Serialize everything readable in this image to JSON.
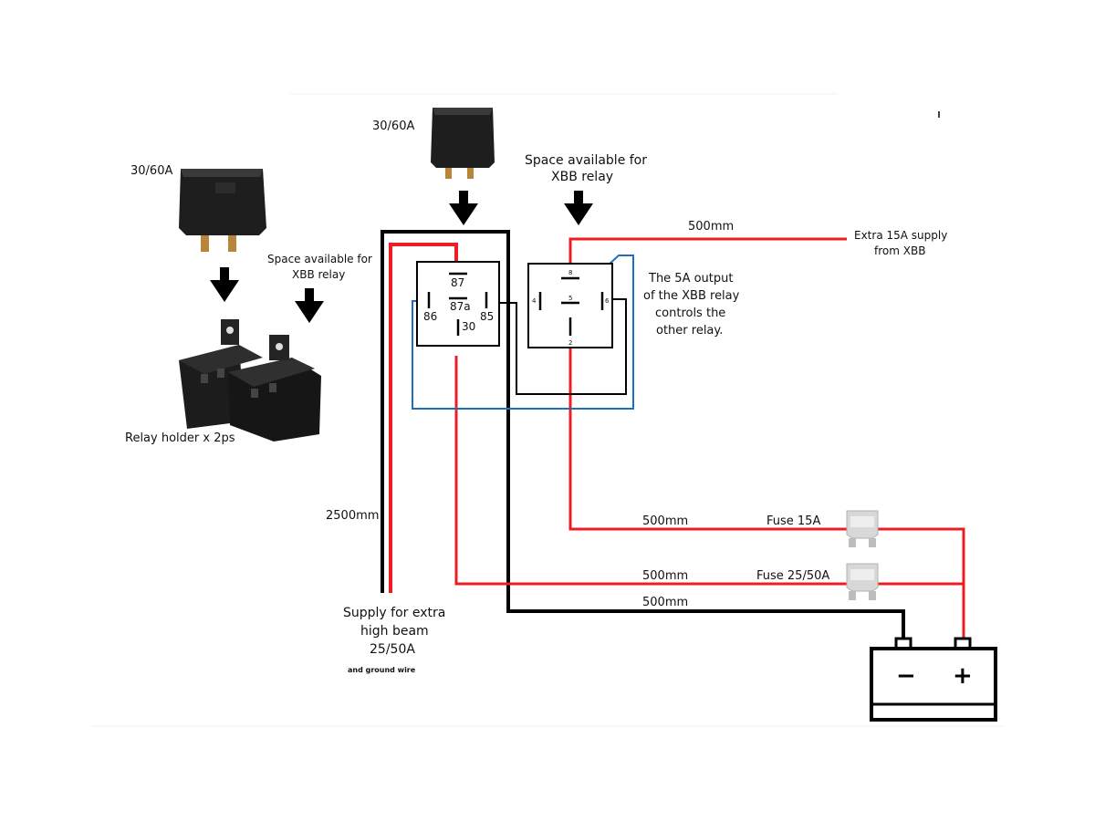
{
  "colors": {
    "positive_wire": "#ee1c24",
    "ground_wire": "#000000",
    "control_wire": "#1f6fc0",
    "relay_body": "#1e1e1e",
    "fuse_body": "#d8d8d8"
  },
  "icons": {
    "relay": "relay-icon",
    "relay_holder": "relay-holder-icon",
    "arrow": "arrow-down-icon",
    "fuse": "fuse-icon",
    "battery": "battery-icon"
  },
  "labels": {
    "relay_rating_left": "30/60A",
    "relay_rating_top": "30/60A",
    "space_xbb_left": [
      "Space available for",
      "XBB relay"
    ],
    "space_xbb_top": [
      "Space available for",
      "XBB relay"
    ],
    "relay_holder": "Relay holder x 2ps",
    "wire_extra_supply_length": "500mm",
    "extra_supply": [
      "Extra 15A supply",
      "from XBB"
    ],
    "xbb_note": [
      "The 5A output",
      "of the XBB relay",
      "controls the",
      "other relay."
    ],
    "length_2500": "2500mm",
    "fuse_15_wire_length": "500mm",
    "fuse_15_label": "Fuse 15A",
    "fuse_2550_wire_length": "500mm",
    "fuse_2550_label": "Fuse 25/50A",
    "ground_wire_length": "500mm",
    "supply_title": [
      "Supply for extra",
      "high beam",
      "25/50A"
    ],
    "ground_note": "and ground wire"
  },
  "relay_main": {
    "pins": {
      "p87": "87",
      "p87a": "87a",
      "p86": "86",
      "p85": "85",
      "p30": "30"
    }
  },
  "relay_xbb": {
    "pins": {
      "p8": "8",
      "p5": "5",
      "p4": "4",
      "p6": "6",
      "p2": "2"
    }
  },
  "battery": {
    "negative": "−",
    "positive": "+"
  }
}
